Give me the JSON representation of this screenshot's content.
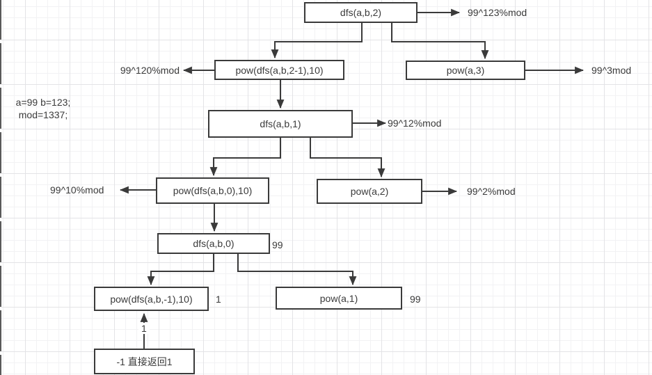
{
  "note": {
    "line1": "a=99 b=123;",
    "line2": "mod=1337;"
  },
  "nodes": {
    "dfs2": "dfs(a,b,2)",
    "pow_dfs21": "pow(dfs(a,b,2-1),10)",
    "pow_a3": "pow(a,3)",
    "dfs1": "dfs(a,b,1)",
    "pow_dfs0": "pow(dfs(a,b,0),10)",
    "pow_a2": "pow(a,2)",
    "dfs0": "dfs(a,b,0)",
    "pow_dfsm1": "pow(dfs(a,b,-1),10)",
    "pow_a1": "pow(a,1)",
    "return1": "-1 直接返回1"
  },
  "results": {
    "r123": "99^123%mod",
    "r120": "99^120%mod",
    "r3": "99^3mod",
    "r12": "99^12%mod",
    "r10": "99^10%mod",
    "r2": "99^2%mod"
  },
  "edge_labels": {
    "dfs0_value": "99",
    "pow_dfsm1_value": "1",
    "pow_a1_value": "99",
    "return_edge_value": "1"
  },
  "colors": {
    "line": "#3a3a3a",
    "node_border": "#3a3a3a",
    "node_fill": "#ffffff",
    "grid_minor": "#f2f2f4",
    "grid_major": "#e3e3e6"
  }
}
